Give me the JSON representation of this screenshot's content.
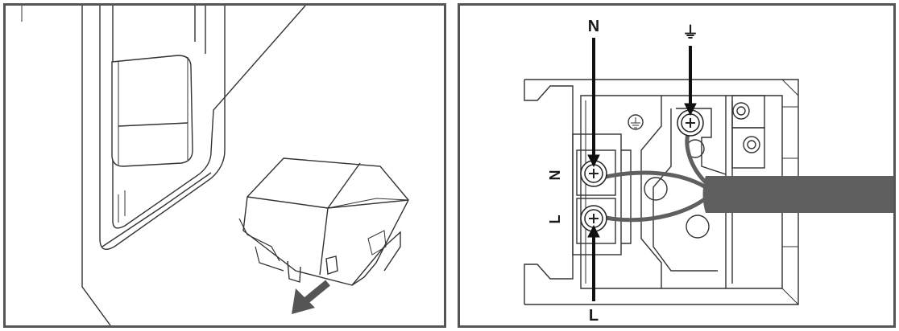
{
  "right_panel": {
    "top_label_neutral": "N",
    "top_label_earth": "⏚",
    "side_label_neutral": "N",
    "side_label_live": "L",
    "bottom_label_live": "L"
  },
  "colors": {
    "frame": "#555555",
    "line": "#222222",
    "cable": "#5f5f5f"
  }
}
